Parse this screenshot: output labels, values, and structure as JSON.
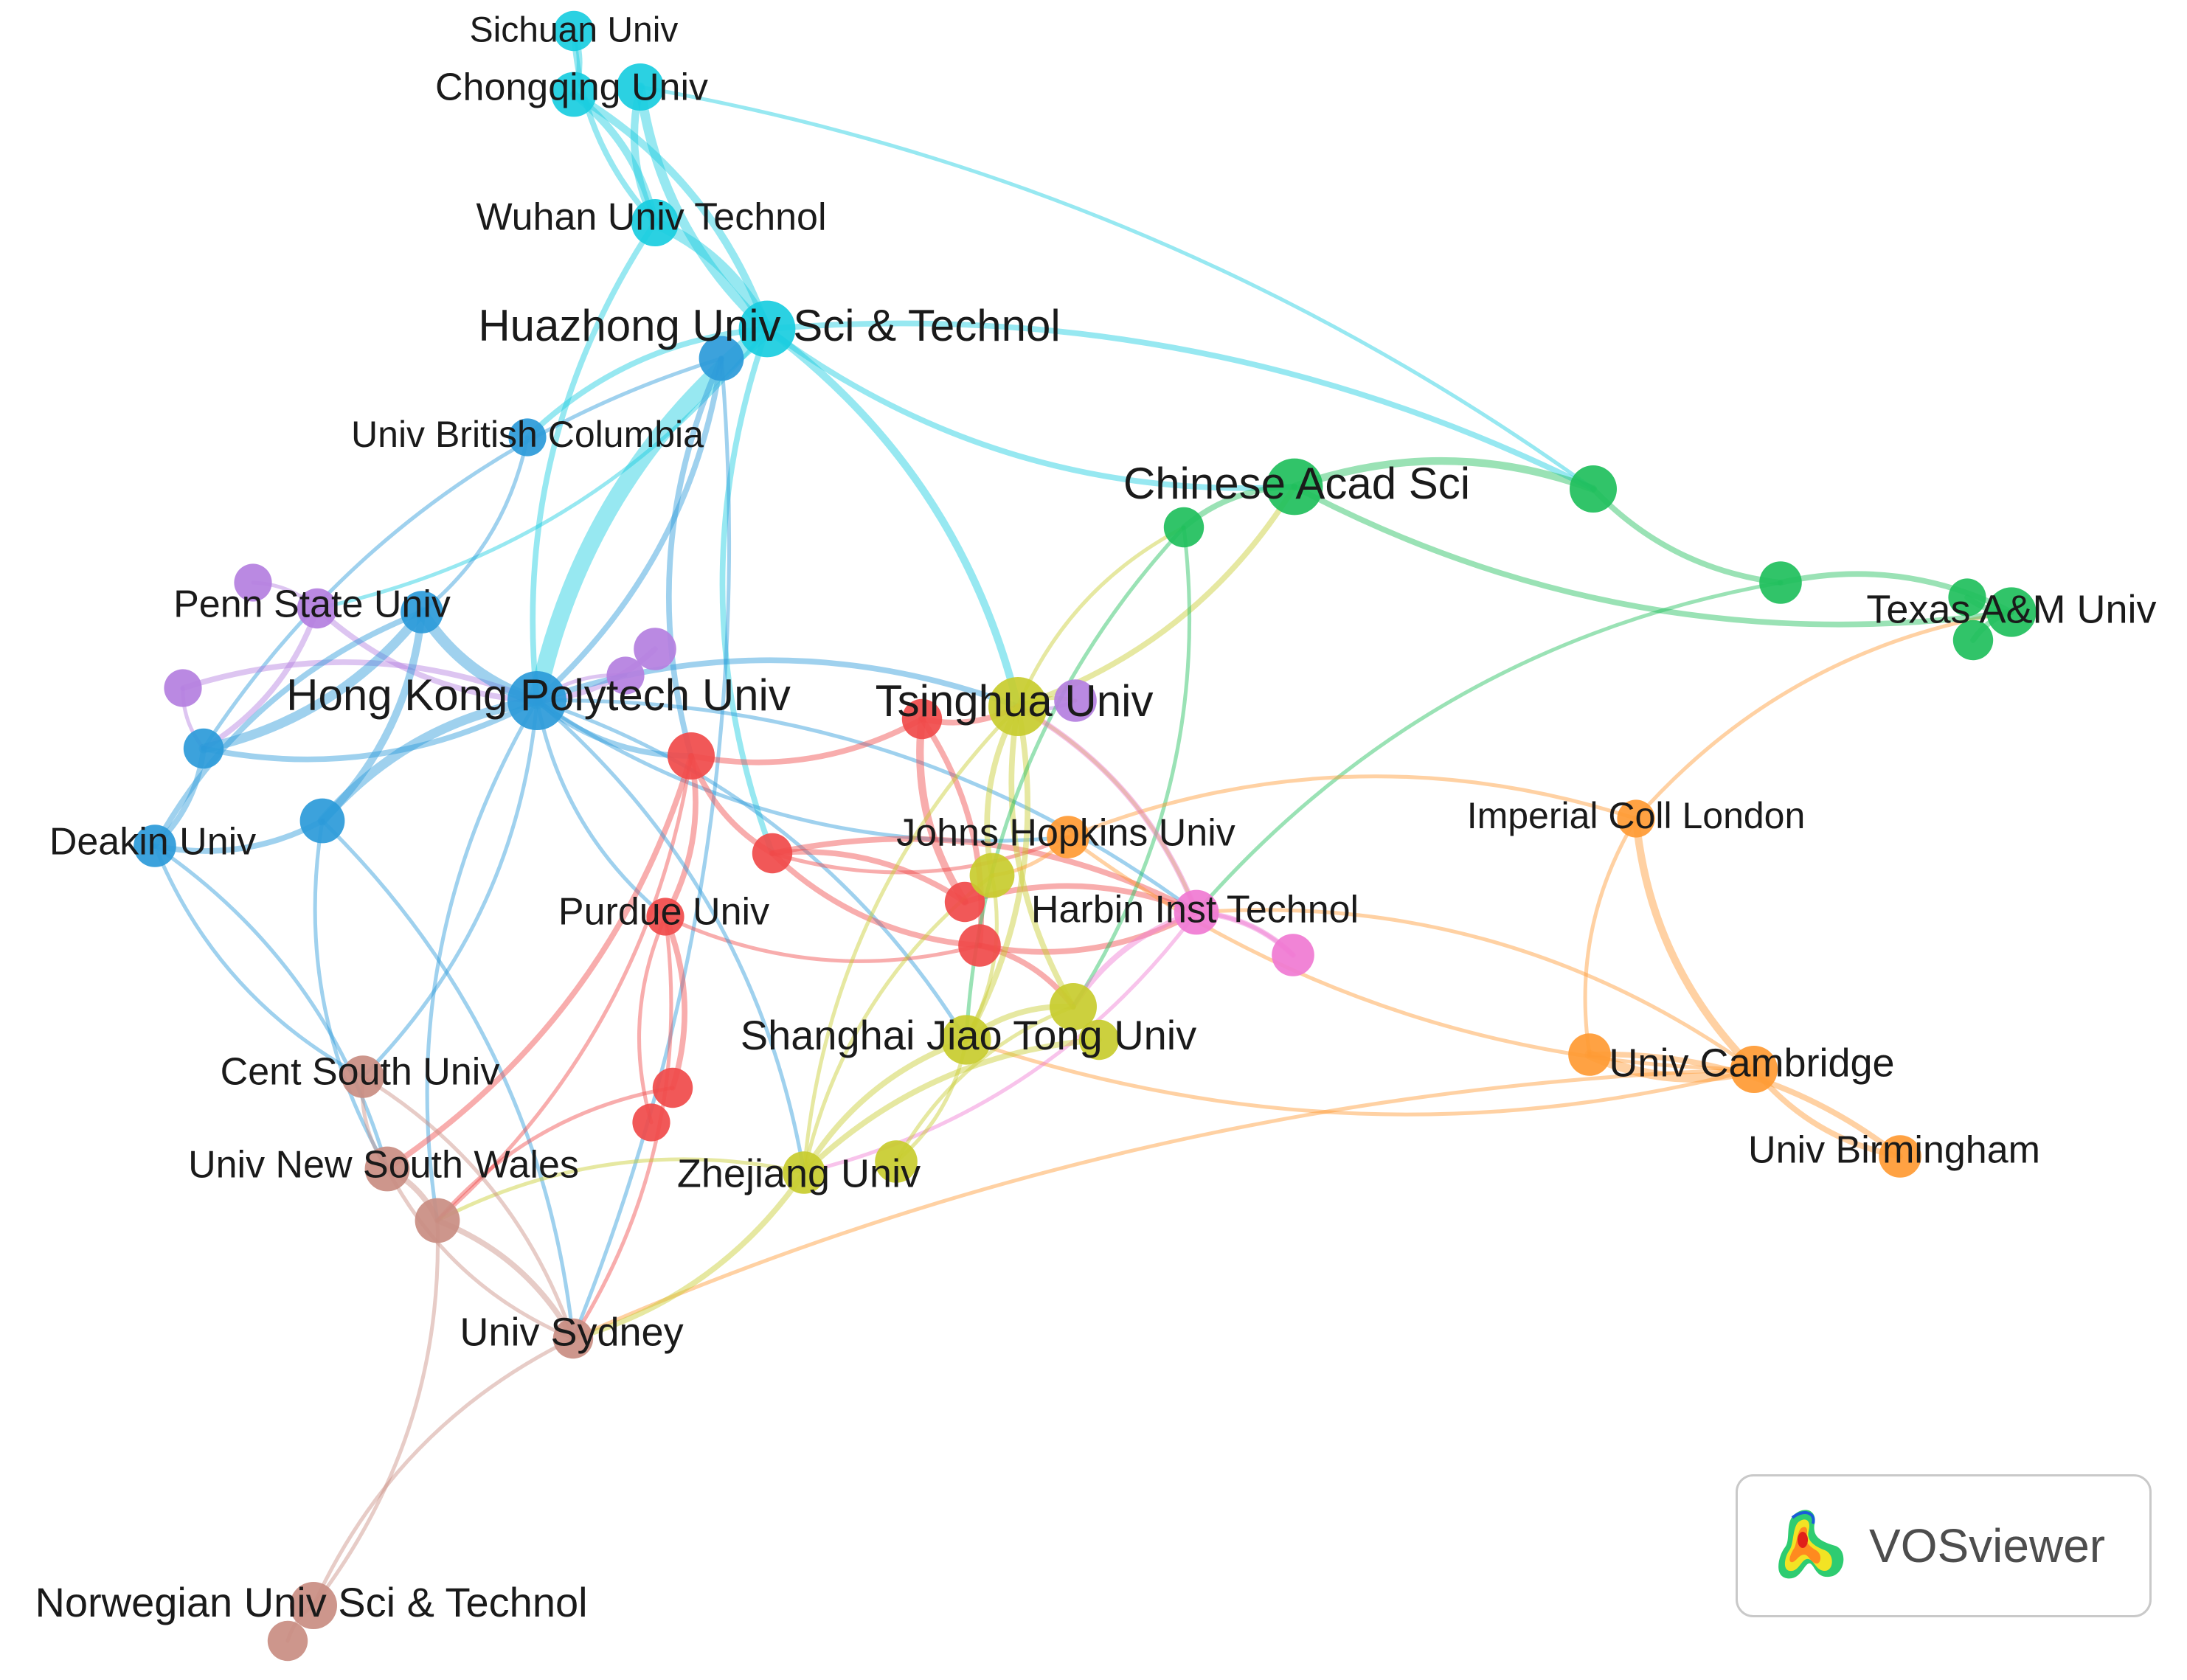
{
  "colors": {
    "red": "#f04a4a",
    "green": "#1fbf5c",
    "blue": "#2b9ad9",
    "yellow": "#c8cc2e",
    "purple": "#b47fe0",
    "cyan": "#19cde0",
    "orange": "#ff9a33",
    "brown": "#c98d82",
    "pink": "#f07ad2"
  },
  "nodes": [
    {
      "id": "sichuan",
      "label": "Sichuan Univ",
      "color": "cyan",
      "weight": 1.2
    },
    {
      "id": "chongqing",
      "label": "Chongqing Univ",
      "color": "cyan",
      "weight": 1.4
    },
    {
      "id": "chongqing2",
      "label": "",
      "color": "cyan",
      "weight": 1.5
    },
    {
      "id": "wuhan",
      "label": "Wuhan Univ Technol",
      "color": "cyan",
      "weight": 1.5
    },
    {
      "id": "huazhong",
      "label": "Huazhong Univ Sci & Technol",
      "color": "cyan",
      "weight": 1.9
    },
    {
      "id": "hzblue",
      "label": "",
      "color": "blue",
      "weight": 1.4
    },
    {
      "id": "ubc",
      "label": "Univ British Columbia",
      "color": "blue",
      "weight": 1.1
    },
    {
      "id": "pennstate",
      "label": "Penn State Univ",
      "color": "purple",
      "weight": 1.2
    },
    {
      "id": "pu1",
      "label": "",
      "color": "purple",
      "weight": 1.1
    },
    {
      "id": "pu2",
      "label": "",
      "color": "purple",
      "weight": 1.1
    },
    {
      "id": "pu3",
      "label": "",
      "color": "purple",
      "weight": 1.3
    },
    {
      "id": "pu4",
      "label": "",
      "color": "purple",
      "weight": 1.1
    },
    {
      "id": "pu5",
      "label": "",
      "color": "purple",
      "weight": 1.3
    },
    {
      "id": "bl1",
      "label": "",
      "color": "blue",
      "weight": 1.2
    },
    {
      "id": "hkpoly",
      "label": "Hong Kong Polytech Univ",
      "color": "blue",
      "weight": 2.0
    },
    {
      "id": "bl2",
      "label": "",
      "color": "blue",
      "weight": 1.3
    },
    {
      "id": "bl3",
      "label": "",
      "color": "blue",
      "weight": 1.4
    },
    {
      "id": "deakin",
      "label": "Deakin Univ",
      "color": "blue",
      "weight": 1.3
    },
    {
      "id": "cas",
      "label": "Chinese Acad Sci",
      "color": "green",
      "weight": 1.9
    },
    {
      "id": "gr1",
      "label": "",
      "color": "green",
      "weight": 1.2
    },
    {
      "id": "gr2",
      "label": "",
      "color": "green",
      "weight": 1.5
    },
    {
      "id": "gr3",
      "label": "",
      "color": "green",
      "weight": 1.3
    },
    {
      "id": "tamu",
      "label": "Texas A&M Univ",
      "color": "green",
      "weight": 1.6
    },
    {
      "id": "gr4",
      "label": "",
      "color": "green",
      "weight": 1.2
    },
    {
      "id": "gr5",
      "label": "",
      "color": "green",
      "weight": 1.1
    },
    {
      "id": "tsinghua",
      "label": "Tsinghua Univ",
      "color": "yellow",
      "weight": 2.0
    },
    {
      "id": "rd1",
      "label": "",
      "color": "red",
      "weight": 1.2
    },
    {
      "id": "rd2",
      "label": "",
      "color": "red",
      "weight": 1.5
    },
    {
      "id": "rd3",
      "label": "",
      "color": "red",
      "weight": 1.2
    },
    {
      "id": "purdue",
      "label": "Purdue Univ",
      "color": "red",
      "weight": 1.1
    },
    {
      "id": "rd4",
      "label": "",
      "color": "red",
      "weight": 1.2
    },
    {
      "id": "rd5",
      "label": "",
      "color": "red",
      "weight": 1.2
    },
    {
      "id": "rd6",
      "label": "",
      "color": "red",
      "weight": 1.3
    },
    {
      "id": "rd7",
      "label": "",
      "color": "red",
      "weight": 1.1
    },
    {
      "id": "jhu",
      "label": "Johns Hopkins Univ",
      "color": "orange",
      "weight": 1.3
    },
    {
      "id": "ye1",
      "label": "",
      "color": "yellow",
      "weight": 1.4
    },
    {
      "id": "harbin",
      "label": "Harbin Inst Technol",
      "color": "pink",
      "weight": 1.4
    },
    {
      "id": "pk1",
      "label": "",
      "color": "pink",
      "weight": 1.3
    },
    {
      "id": "ye2",
      "label": "",
      "color": "yellow",
      "weight": 1.5
    },
    {
      "id": "sjtu",
      "label": "Shanghai Jiao Tong Univ",
      "color": "yellow",
      "weight": 1.6
    },
    {
      "id": "ye3",
      "label": "",
      "color": "yellow",
      "weight": 1.2
    },
    {
      "id": "zju",
      "label": "Zhejiang Univ",
      "color": "yellow",
      "weight": 1.3
    },
    {
      "id": "ye4",
      "label": "",
      "color": "yellow",
      "weight": 1.3
    },
    {
      "id": "imperial",
      "label": "Imperial Coll London",
      "color": "orange",
      "weight": 1.1
    },
    {
      "id": "cambridge",
      "label": "Univ Cambridge",
      "color": "orange",
      "weight": 1.5
    },
    {
      "id": "or1",
      "label": "",
      "color": "orange",
      "weight": 1.3
    },
    {
      "id": "birmingham",
      "label": "Univ Birmingham",
      "color": "orange",
      "weight": 1.3
    },
    {
      "id": "centsouth",
      "label": "Cent South Univ",
      "color": "brown",
      "weight": 1.3
    },
    {
      "id": "unsw",
      "label": "Univ New South Wales",
      "color": "brown",
      "weight": 1.4
    },
    {
      "id": "br1",
      "label": "",
      "color": "brown",
      "weight": 1.4
    },
    {
      "id": "sydney",
      "label": "Univ Sydney",
      "color": "brown",
      "weight": 1.2
    },
    {
      "id": "ntnu",
      "label": "Norwegian Univ Sci & Technol",
      "color": "brown",
      "weight": 1.5
    },
    {
      "id": "br2",
      "label": "",
      "color": "brown",
      "weight": 1.2
    }
  ],
  "links": [
    [
      "sichuan",
      "chongqing",
      2
    ],
    [
      "sichuan",
      "wuhan",
      2
    ],
    [
      "chongqing",
      "wuhan",
      3
    ],
    [
      "chongqing2",
      "wuhan",
      3
    ],
    [
      "chongqing",
      "huazhong",
      3
    ],
    [
      "chongqing2",
      "huazhong",
      4
    ],
    [
      "wuhan",
      "huazhong",
      5
    ],
    [
      "huazhong",
      "hkpoly",
      8
    ],
    [
      "huazhong",
      "tsinghua",
      3
    ],
    [
      "huazhong",
      "cas",
      2
    ],
    [
      "huazhong",
      "gr2",
      2
    ],
    [
      "huazhong",
      "ubc",
      2
    ],
    [
      "huazhong",
      "pennstate",
      1
    ],
    [
      "wuhan",
      "hkpoly",
      2
    ],
    [
      "chongqing2",
      "gr2",
      1
    ],
    [
      "huazhong",
      "rd3",
      2
    ],
    [
      "hzblue",
      "hkpoly",
      2
    ],
    [
      "hzblue",
      "rd2",
      2
    ],
    [
      "hzblue",
      "sydney",
      1
    ],
    [
      "hzblue",
      "bl1",
      1
    ],
    [
      "ubc",
      "bl2",
      1
    ],
    [
      "pennstate",
      "pu1",
      1
    ],
    [
      "pennstate",
      "bl1",
      2
    ],
    [
      "pennstate",
      "hkpoly",
      2
    ],
    [
      "pu2",
      "hkpoly",
      2
    ],
    [
      "pu2",
      "bl1",
      1
    ],
    [
      "pu3",
      "hkpoly",
      2
    ],
    [
      "pu4",
      "hkpoly",
      1
    ],
    [
      "pu5",
      "tsinghua",
      1
    ],
    [
      "bl1",
      "hkpoly",
      2
    ],
    [
      "bl1",
      "deakin",
      2
    ],
    [
      "bl2",
      "hkpoly",
      5
    ],
    [
      "bl2",
      "bl1",
      4
    ],
    [
      "bl2",
      "deakin",
      2
    ],
    [
      "bl3",
      "hkpoly",
      4
    ],
    [
      "bl3",
      "bl2",
      3
    ],
    [
      "bl3",
      "deakin",
      2
    ],
    [
      "bl3",
      "unsw",
      1
    ],
    [
      "bl3",
      "sydney",
      1
    ],
    [
      "deakin",
      "centsouth",
      1
    ],
    [
      "deakin",
      "unsw",
      1
    ],
    [
      "hkpoly",
      "rd2",
      2
    ],
    [
      "hkpoly",
      "tsinghua",
      2
    ],
    [
      "hkpoly",
      "jhu",
      1
    ],
    [
      "hkpoly",
      "sjtu",
      1
    ],
    [
      "hkpoly",
      "purdue",
      1
    ],
    [
      "hkpoly",
      "centsouth",
      1
    ],
    [
      "hkpoly",
      "br1",
      1
    ],
    [
      "hkpoly",
      "harbin",
      1
    ],
    [
      "rd2",
      "rd3",
      2
    ],
    [
      "rd2",
      "purdue",
      2
    ],
    [
      "rd2",
      "rd1",
      2
    ],
    [
      "rd2",
      "unsw",
      2
    ],
    [
      "rd1",
      "rd5",
      3
    ],
    [
      "rd1",
      "rd6",
      2
    ],
    [
      "rd1",
      "tsinghua",
      2
    ],
    [
      "rd3",
      "rd5",
      2
    ],
    [
      "rd3",
      "rd6",
      2
    ],
    [
      "rd3",
      "harbin",
      2
    ],
    [
      "rd3",
      "jhu",
      1
    ],
    [
      "purdue",
      "rd4",
      2
    ],
    [
      "purdue",
      "rd7",
      1
    ],
    [
      "purdue",
      "sydney",
      1
    ],
    [
      "purdue",
      "rd6",
      1
    ],
    [
      "rd5",
      "harbin",
      2
    ],
    [
      "rd6",
      "harbin",
      2
    ],
    [
      "rd6",
      "ye2",
      2
    ],
    [
      "rd4",
      "br1",
      1
    ],
    [
      "rd2",
      "br1",
      1
    ],
    [
      "tsinghua",
      "cas",
      2
    ],
    [
      "tsinghua",
      "gr1",
      1
    ],
    [
      "tsinghua",
      "ye1",
      2
    ],
    [
      "tsinghua",
      "sjtu",
      2
    ],
    [
      "tsinghua",
      "zju",
      1
    ],
    [
      "tsinghua",
      "harbin",
      1
    ],
    [
      "tsinghua",
      "ye2",
      2
    ],
    [
      "tsinghua",
      "pu5",
      1
    ],
    [
      "cas",
      "gr1",
      2
    ],
    [
      "cas",
      "gr2",
      3
    ],
    [
      "gr2",
      "gr3",
      2
    ],
    [
      "gr3",
      "tamu",
      2
    ],
    [
      "tamu",
      "gr4",
      2
    ],
    [
      "tamu",
      "gr5",
      2
    ],
    [
      "gr1",
      "sjtu",
      1
    ],
    [
      "gr1",
      "ye2",
      1
    ],
    [
      "gr3",
      "harbin",
      1
    ],
    [
      "jhu",
      "imperial",
      1
    ],
    [
      "jhu",
      "cambridge",
      1
    ],
    [
      "jhu",
      "ye1",
      1
    ],
    [
      "imperial",
      "cambridge",
      3
    ],
    [
      "imperial",
      "tamu",
      1
    ],
    [
      "imperial",
      "or1",
      1
    ],
    [
      "cambridge",
      "or1",
      4
    ],
    [
      "cambridge",
      "birmingham",
      2
    ],
    [
      "or1",
      "birmingham",
      2
    ],
    [
      "cambridge",
      "sydney",
      1
    ],
    [
      "cambridge",
      "sjtu",
      1
    ],
    [
      "cambridge",
      "harbin",
      1
    ],
    [
      "harbin",
      "pk1",
      2
    ],
    [
      "harbin",
      "ye2",
      2
    ],
    [
      "harbin",
      "zju",
      1
    ],
    [
      "harbin",
      "tsinghua",
      2
    ],
    [
      "sjtu",
      "ye2",
      2
    ],
    [
      "sjtu",
      "zju",
      2
    ],
    [
      "sjtu",
      "ye4",
      1
    ],
    [
      "ye2",
      "ye4",
      1
    ],
    [
      "zju",
      "ye3",
      2
    ],
    [
      "zju",
      "br1",
      1
    ],
    [
      "zju",
      "sydney",
      2
    ],
    [
      "ye1",
      "zju",
      1
    ],
    [
      "ye1",
      "sjtu",
      1
    ],
    [
      "centsouth",
      "unsw",
      1
    ],
    [
      "unsw",
      "br1",
      2
    ],
    [
      "unsw",
      "sydney",
      1
    ],
    [
      "br1",
      "sydney",
      2
    ],
    [
      "sydney",
      "ntnu",
      1
    ],
    [
      "br1",
      "ntnu",
      1
    ],
    [
      "ntnu",
      "br2",
      1
    ],
    [
      "centsouth",
      "sydney",
      1
    ],
    [
      "pk1",
      "harbin",
      1
    ],
    [
      "hkpoly",
      "zju",
      1
    ],
    [
      "cas",
      "tamu",
      2
    ]
  ],
  "logo": {
    "text": "VOSviewer",
    "icon": "vosviewer-heatmap-icon"
  }
}
